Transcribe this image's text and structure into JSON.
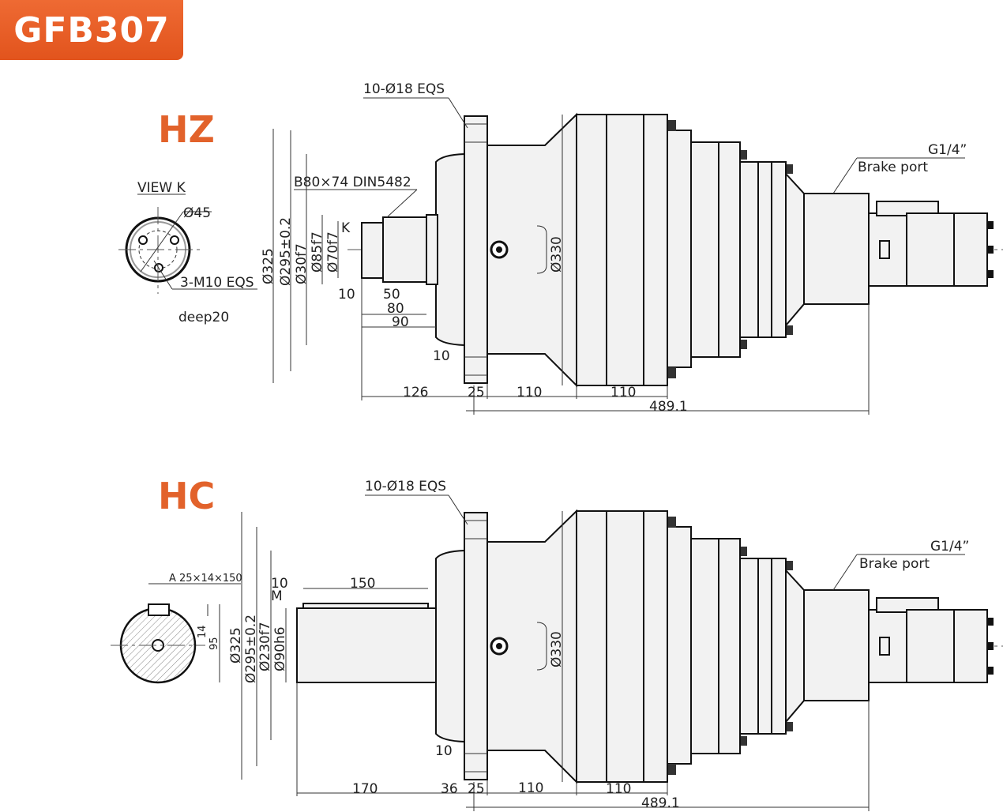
{
  "model": "GFB307",
  "hz": {
    "title": "HZ",
    "holes": "10-Ø18 EQS",
    "spline": "B80×74 DIN5482",
    "view": "VIEW K",
    "dia45": "Ø45",
    "tap": "3-M10 EQS",
    "deep": "deep20",
    "k": "K",
    "dims_v": [
      "Ø325",
      "Ø295±0.2",
      "Ø30f7",
      "Ø85f7",
      "Ø70f7"
    ],
    "d330": "Ø330",
    "d10a": "10",
    "d50": "50",
    "d80": "80",
    "d90": "90",
    "d10b": "10",
    "d126": "126",
    "d25": "25",
    "d110a": "110",
    "d110b": "110",
    "d489": "489.1",
    "g14": "G1/4”",
    "brake": "Brake port"
  },
  "hc": {
    "title": "HC",
    "holes": "10-Ø18 EQS",
    "key": "A 25×14×150",
    "d14": "14",
    "d95": "95",
    "d10m": "10",
    "m": "M",
    "d150": "150",
    "dims_v": [
      "Ø325",
      "Ø295±0.2",
      "Ø230f7",
      "Ø90h6"
    ],
    "d330": "Ø330",
    "d10b": "10",
    "d170": "170",
    "d36": "36",
    "d25": "25",
    "d110a": "110",
    "d110b": "110",
    "d489": "489.1",
    "g14": "G1/4”",
    "brake": "Brake port"
  }
}
